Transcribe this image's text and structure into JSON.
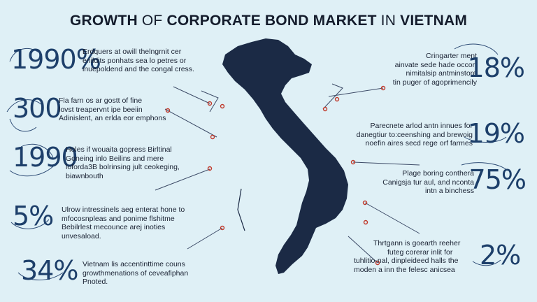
{
  "title": {
    "part1": "GROWTH",
    "part2": " OF ",
    "part3": "CORPORATE BOND MARKET",
    "part4": " IN ",
    "part5": "VIETNAM"
  },
  "colors": {
    "background": "#dff0f6",
    "map": "#1b2a45",
    "stat": "#1d3f6a",
    "accent_dot": "#c0392b",
    "lines": "#3c4a66"
  },
  "left_stats": [
    {
      "value": "1990%",
      "lines": [
        "Erdquers at owill thelngrnit cer",
        "enildits ponhats sea lo petres or",
        "inuepoldend and the congal cress."
      ]
    },
    {
      "value": "300",
      "lines": [
        "Fla farn os ar gostt of fine",
        "lovst treapervnt ipe beeiin",
        "Adinislent, an erlda eor emphons"
      ]
    },
    {
      "value": "1990",
      "lines": [
        "Holes if wouaita gopress Birltinal",
        "Goneing inlo Beilins and mere",
        "loforda3B bolrinsing jult ceokeging,",
        "biawnbouth"
      ]
    },
    {
      "value": "5%",
      "lines": [
        "Ulrow intressinels aeg enterat hone to",
        "mfocosnpleas and ponime flshitme",
        "Bebilrlest mecounce arej inoties",
        "unvesaload."
      ]
    },
    {
      "value": "34%",
      "lines": [
        "Vietnam lis accentinttime couns",
        "growthmenations of ceveafiphan",
        "Pnoted."
      ]
    }
  ],
  "right_stats": [
    {
      "value": "18%",
      "lines": [
        "Cringarter ment",
        "ainvate sede hade occort",
        "nimitalsip antminstore",
        "tin puger of agoprimencily"
      ]
    },
    {
      "value": "19%",
      "lines": [
        "Parecnete arlod antn innues for",
        "danegtiur to:ceenshing and brewoig",
        "noefin aires secd rege orf farmes"
      ]
    },
    {
      "value": "75%",
      "lines": [
        "Plage boring conthera",
        "Canigsja tur aul, and nconta",
        "intn a binchess"
      ]
    },
    {
      "value": "2%",
      "lines": [
        "Thrtgann is goearth reeher",
        "futeg corerar inlit for",
        "tuhlitio-nal, dinpleideed halls the",
        "moden a inn the felesc anicsea"
      ]
    }
  ]
}
